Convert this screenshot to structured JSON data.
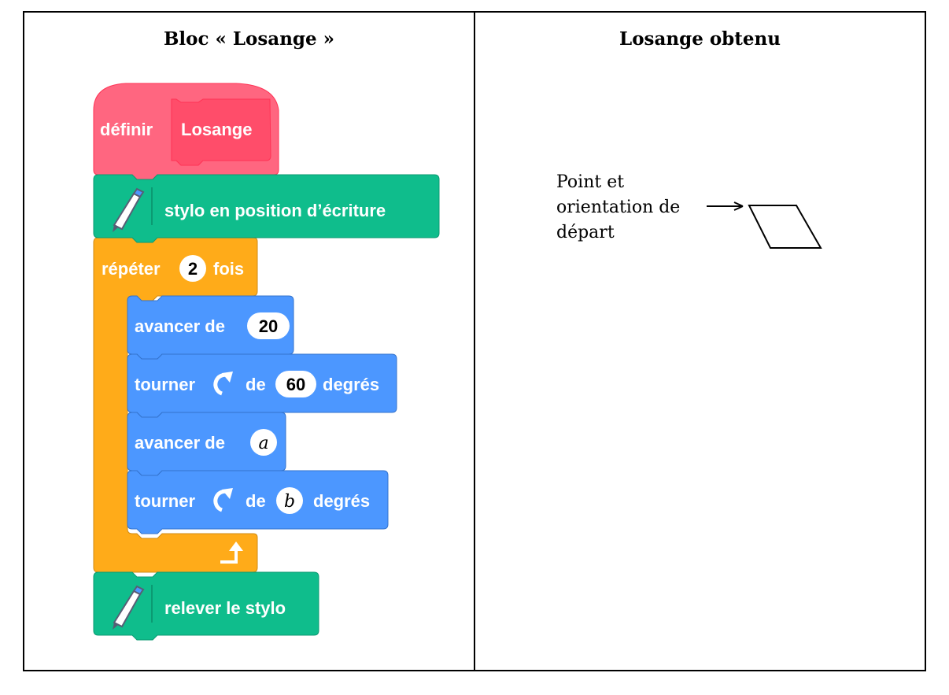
{
  "headers": {
    "left": "Bloc « Losange »",
    "right": "Losange obtenu"
  },
  "blocks": {
    "define_label": "définir",
    "define_name": "Losange",
    "pen_down": "stylo en position d’écriture",
    "repeat_word": "répéter",
    "repeat_count": "2",
    "repeat_suffix": "fois",
    "move1_label": "avancer de",
    "move1_value": "20",
    "turn1_label": "tourner",
    "turn1_de": "de",
    "turn1_value": "60",
    "turn1_suffix": "degrés",
    "move2_label": "avancer de",
    "move2_value": "a",
    "turn2_label": "tourner",
    "turn2_de": "de",
    "turn2_value": "b",
    "turn2_suffix": "degrés",
    "pen_up": "relever le stylo"
  },
  "figure": {
    "label_line1": "Point et",
    "label_line2": "orientation de",
    "label_line3": "départ"
  },
  "colors": {
    "define": "#ff6680",
    "define_inner": "#ff4d6a",
    "pen": "#0fbd8c",
    "control": "#ffab19",
    "motion": "#4c97ff"
  }
}
